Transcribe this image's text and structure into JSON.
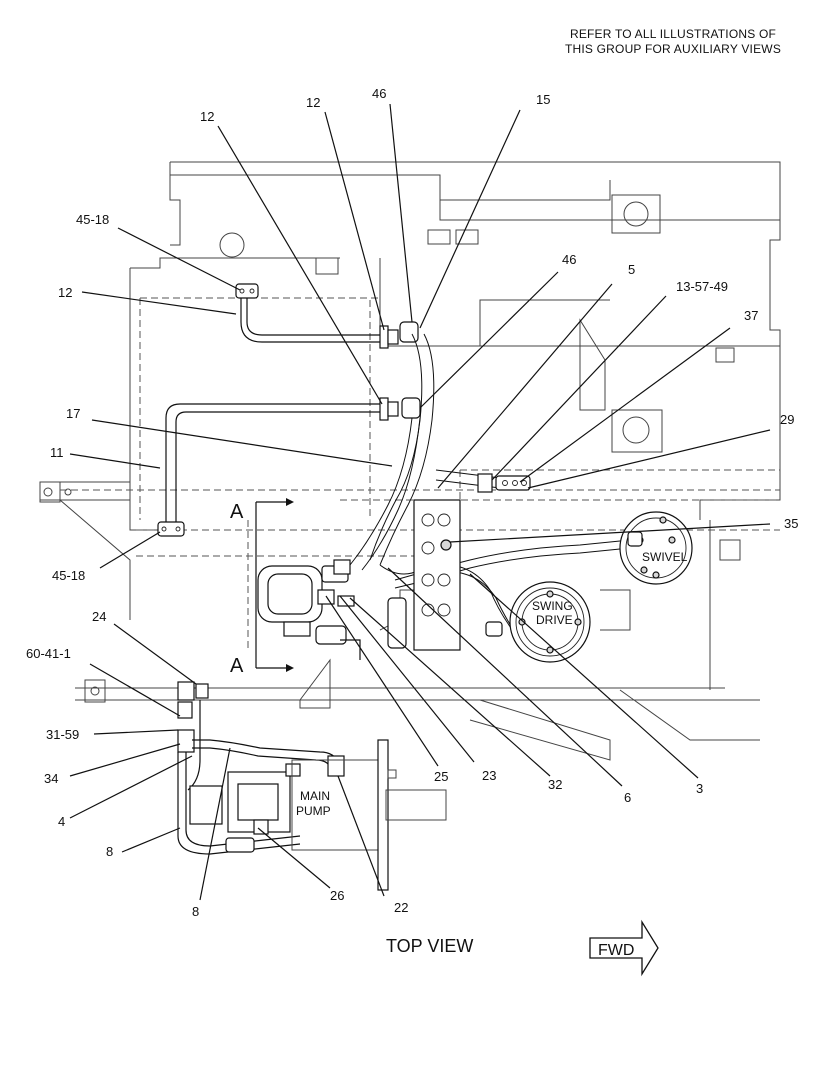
{
  "notes": {
    "line1": "REFER TO ALL ILLUSTRATIONS OF",
    "line2": "THIS GROUP FOR AUXILIARY VIEWS"
  },
  "labels": {
    "view_title": "TOP VIEW",
    "fwd_arrow": "FWD",
    "swivel": "SWIVEL",
    "swing_drive": [
      "SWING",
      "DRIVE"
    ],
    "main_pump": [
      "MAIN",
      "PUMP"
    ],
    "section_a_top": "A",
    "section_a_bottom": "A"
  },
  "callouts": [
    {
      "id": "c-12a",
      "text": "12"
    },
    {
      "id": "c-46a",
      "text": "46"
    },
    {
      "id": "c-15",
      "text": "15"
    },
    {
      "id": "c-12b",
      "text": "12"
    },
    {
      "id": "c-45-18a",
      "text": "45-18"
    },
    {
      "id": "c-12c",
      "text": "12"
    },
    {
      "id": "c-46b",
      "text": "46"
    },
    {
      "id": "c-5",
      "text": "5"
    },
    {
      "id": "c-13-57-49",
      "text": "13-57-49"
    },
    {
      "id": "c-37",
      "text": "37"
    },
    {
      "id": "c-17",
      "text": "17"
    },
    {
      "id": "c-29",
      "text": "29"
    },
    {
      "id": "c-11",
      "text": "11"
    },
    {
      "id": "c-35",
      "text": "35"
    },
    {
      "id": "c-45-18b",
      "text": "45-18"
    },
    {
      "id": "c-24",
      "text": "24"
    },
    {
      "id": "c-60-41-1",
      "text": "60-41-1"
    },
    {
      "id": "c-31-59",
      "text": "31-59"
    },
    {
      "id": "c-34",
      "text": "34"
    },
    {
      "id": "c-4",
      "text": "4"
    },
    {
      "id": "c-8a",
      "text": "8"
    },
    {
      "id": "c-8b",
      "text": "8"
    },
    {
      "id": "c-26",
      "text": "26"
    },
    {
      "id": "c-22",
      "text": "22"
    },
    {
      "id": "c-25",
      "text": "25"
    },
    {
      "id": "c-23",
      "text": "23"
    },
    {
      "id": "c-32",
      "text": "32"
    },
    {
      "id": "c-6",
      "text": "6"
    },
    {
      "id": "c-3",
      "text": "3"
    }
  ]
}
